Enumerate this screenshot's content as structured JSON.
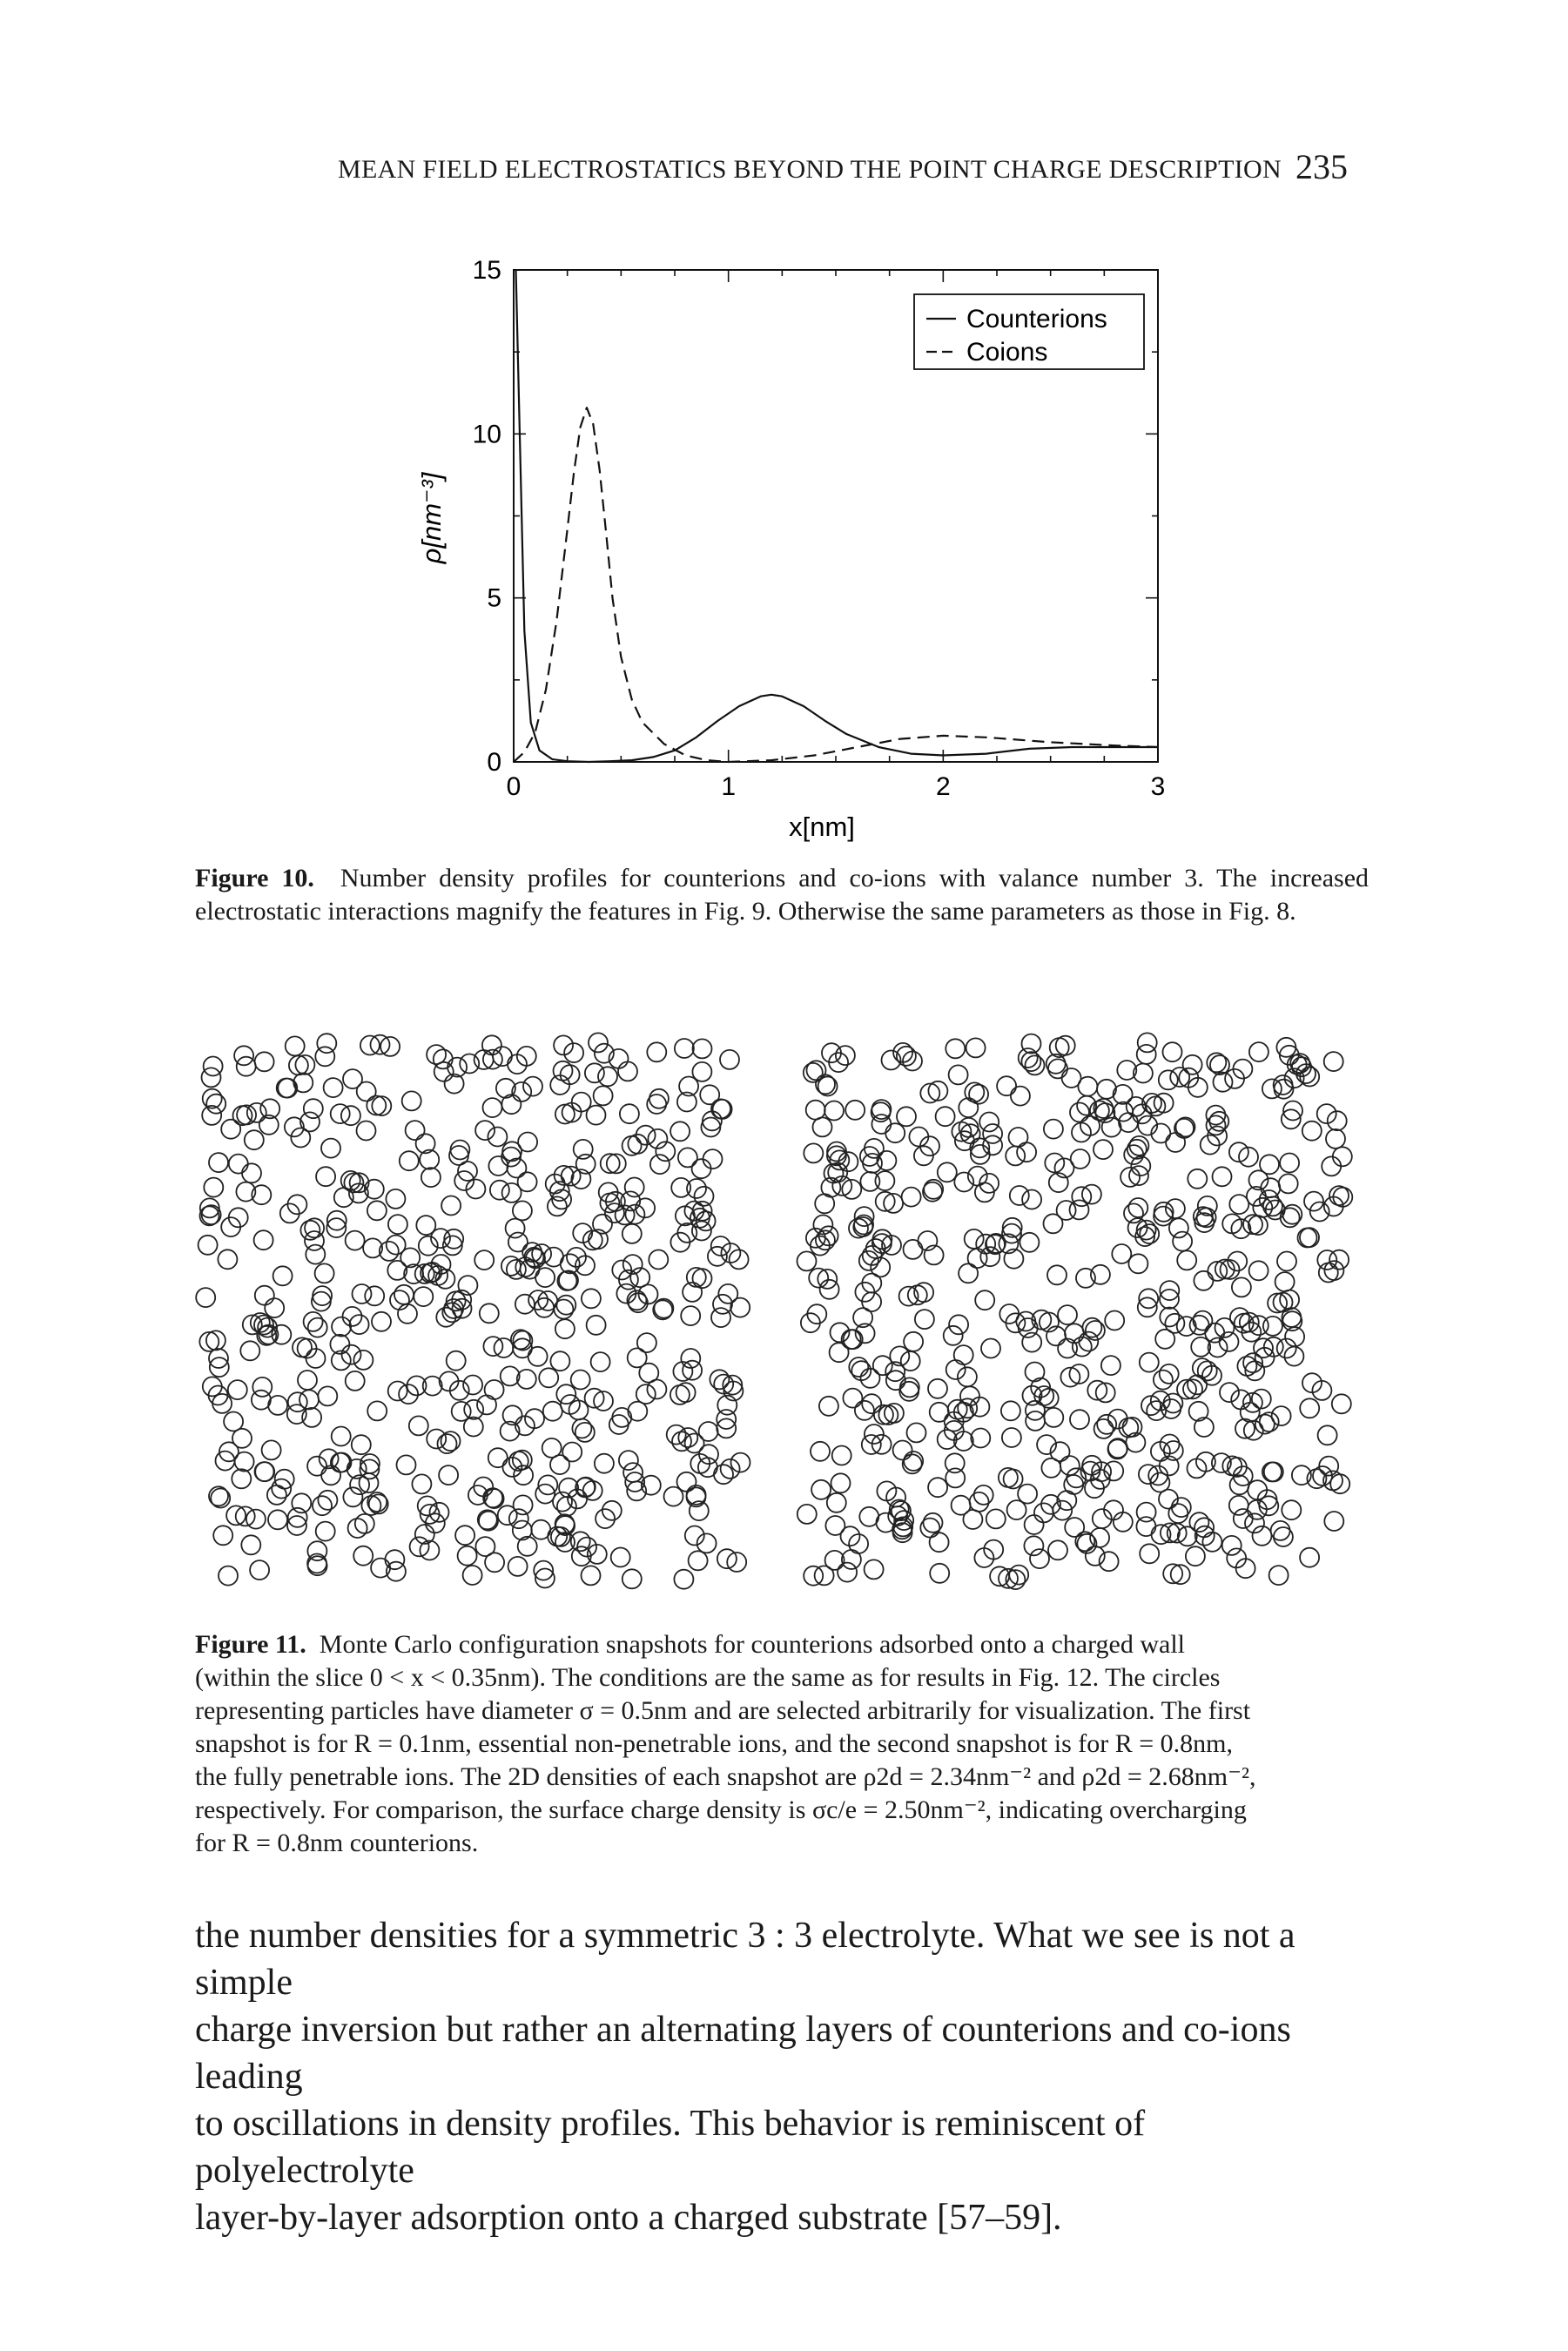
{
  "header": {
    "running_head": "MEAN FIELD ELECTROSTATICS BEYOND THE POINT CHARGE DESCRIPTION",
    "page_number": "235"
  },
  "figure10": {
    "ylabel": "ρ[nm⁻³]",
    "xlabel": "x[nm]",
    "legend": [
      "Counterions",
      "Coions"
    ],
    "caption_label": "Figure 10.",
    "caption_text": "Number density profiles for counterions and co-ions with valance number 3. The increased electrostatic interactions magnify the features in Fig. 9. Otherwise the same parameters as those in Fig. 8."
  },
  "chart_data": {
    "type": "line",
    "xlabel": "x[nm]",
    "ylabel": "ρ[nm⁻³]",
    "xlim": [
      0,
      3
    ],
    "ylim": [
      0,
      15
    ],
    "xticks": [
      0,
      1,
      2,
      3
    ],
    "yticks": [
      0,
      5,
      10,
      15
    ],
    "legend_position": "top-right",
    "grid": false,
    "series": [
      {
        "name": "Counterions",
        "style": "solid",
        "x": [
          0.01,
          0.03,
          0.05,
          0.08,
          0.12,
          0.18,
          0.25,
          0.35,
          0.45,
          0.55,
          0.65,
          0.75,
          0.85,
          0.95,
          1.05,
          1.15,
          1.2,
          1.25,
          1.35,
          1.45,
          1.55,
          1.7,
          1.85,
          2.0,
          2.2,
          2.4,
          2.6,
          2.8,
          3.0
        ],
        "y": [
          15.0,
          9.5,
          4.0,
          1.2,
          0.35,
          0.08,
          0.02,
          0.0,
          0.02,
          0.05,
          0.15,
          0.35,
          0.75,
          1.25,
          1.7,
          2.0,
          2.05,
          2.0,
          1.7,
          1.25,
          0.85,
          0.45,
          0.25,
          0.2,
          0.25,
          0.4,
          0.45,
          0.45,
          0.45
        ]
      },
      {
        "name": "Coions",
        "style": "dashed",
        "x": [
          0.0,
          0.05,
          0.1,
          0.15,
          0.2,
          0.25,
          0.28,
          0.31,
          0.34,
          0.37,
          0.4,
          0.43,
          0.46,
          0.5,
          0.55,
          0.6,
          0.7,
          0.8,
          0.9,
          1.0,
          1.2,
          1.4,
          1.6,
          1.8,
          2.0,
          2.2,
          2.5,
          2.8,
          3.0
        ],
        "y": [
          0.0,
          0.3,
          0.9,
          2.2,
          4.3,
          7.1,
          8.8,
          10.2,
          10.8,
          10.3,
          8.9,
          7.0,
          5.0,
          3.2,
          1.9,
          1.2,
          0.55,
          0.2,
          0.05,
          0.0,
          0.05,
          0.2,
          0.45,
          0.7,
          0.8,
          0.75,
          0.6,
          0.5,
          0.45
        ]
      }
    ]
  },
  "figure11": {
    "caption_label": "Figure 11.",
    "caption_lines": [
      "Monte Carlo configuration snapshots for counterions adsorbed onto a charged wall",
      "(within the slice 0 < x < 0.35nm). The conditions are the same as for results in Fig. 12. The circles",
      "representing particles have diameter σ = 0.5nm and are selected arbitrarily for visualization. The first",
      "snapshot is for R = 0.1nm, essential non-penetrable ions, and the second snapshot is for R = 0.8nm,",
      "the fully penetrable ions. The 2D densities of each snapshot are ρ2d = 2.34nm⁻² and ρ2d = 2.68nm⁻²,",
      "respectively. For comparison, the surface charge density is σc/e = 2.50nm⁻², indicating overcharging",
      "for R = 0.8nm counterions."
    ],
    "snapshots": [
      {
        "R": "0.1nm",
        "density": "2.34nm⁻²"
      },
      {
        "R": "0.8nm",
        "density": "2.68nm⁻²"
      }
    ]
  },
  "body": {
    "lines": [
      "the number densities for a symmetric 3 : 3 electrolyte. What we see is not a simple",
      "charge inversion but rather an alternating layers of counterions and co-ions leading",
      "to oscillations in density profiles. This behavior is reminiscent of polyelectrolyte",
      "layer-by-layer adsorption onto a charged substrate [57–59]."
    ]
  }
}
